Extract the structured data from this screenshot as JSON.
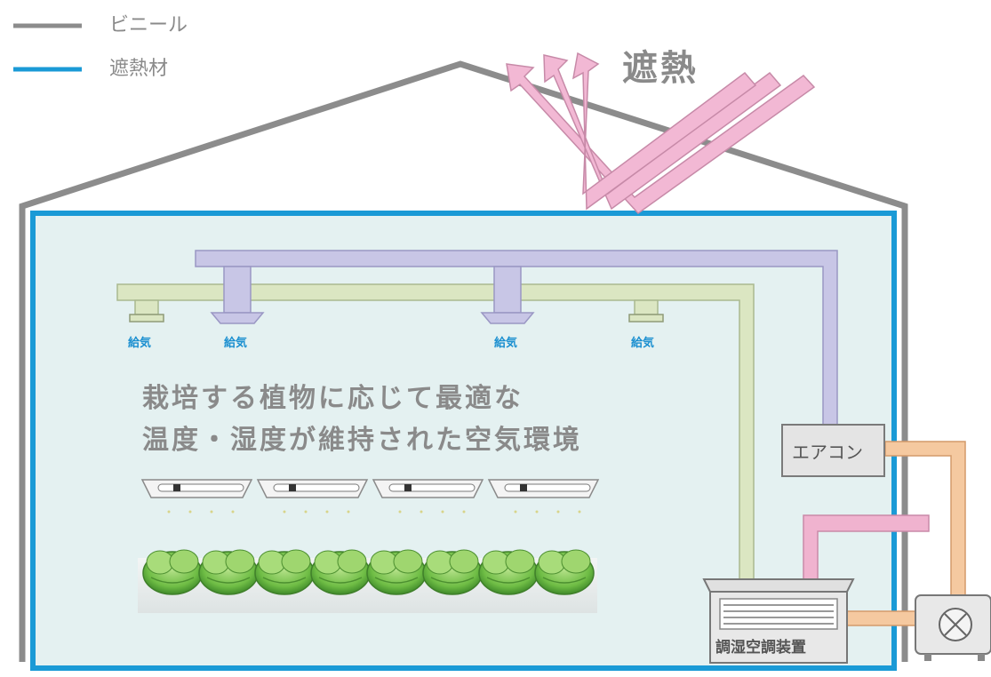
{
  "legend": {
    "vinyl_label": "ビニール",
    "insulation_label": "遮熱材",
    "vinyl_color": "#8c8c8c",
    "insulation_color": "#1a9ad6"
  },
  "heat_shield_label": "遮熱",
  "supply_labels": [
    "給気",
    "給気",
    "給気",
    "給気"
  ],
  "environment_text": {
    "line1": "栽培する植物に応じて最適な",
    "line2": "温度・湿度が維持された空気環境"
  },
  "aircon_label": "エアコン",
  "humidity_unit_label": "調湿空調装置",
  "colors": {
    "interior": "#e4f1f1",
    "purple_duct": "#c8c6e6",
    "green_duct": "#dbe6c2",
    "orange_pipe": "#f5c9a0",
    "pink_pipe": "#f0b3cf",
    "arrow_fill": "#f2b8d4",
    "arrow_stroke": "#c78aa8",
    "lettuce": "#7cc44f",
    "text_gray": "#8a8a8a",
    "supply_blue": "#1a8fd0"
  },
  "icons": [
    "grow-light-icon",
    "lettuce-icon",
    "fan-x-icon"
  ]
}
